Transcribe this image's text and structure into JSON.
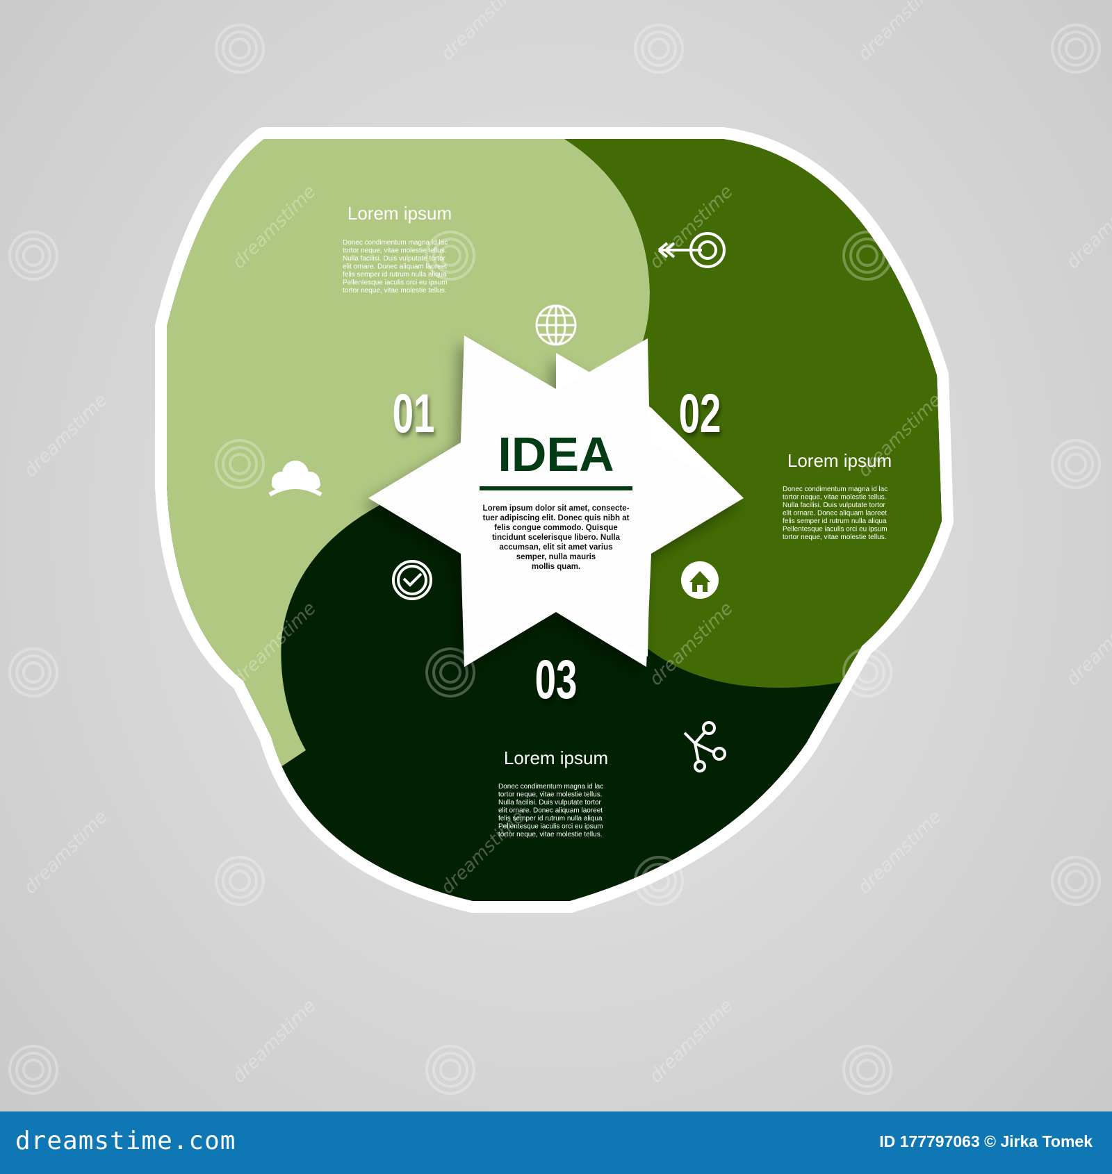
{
  "colors": {
    "segment_1": "#b1c883",
    "segment_2": "#426b05",
    "segment_3": "#022102",
    "outline": "#ffffff",
    "center_text": "#033b14",
    "footer_bg": "#0f77b3"
  },
  "center": {
    "title": "IDEA",
    "body_lines": [
      "Lorem ipsum dolor sit amet, consecte-",
      "tuer adipiscing elit. Donec quis nibh at",
      "felis congue commodo. Quisque",
      "tincidunt scelerisque libero. Nulla",
      "accumsan, elit sit amet varius",
      "semper, nulla mauris",
      "mollis quam."
    ]
  },
  "segments": [
    {
      "number": "01",
      "heading": "Lorem ipsum",
      "body_lines": [
        "Donec condimentum magna id lac",
        "tortor neque, vitae molestie tellus.",
        "Nulla facilisi. Duis vulputate tortor",
        "elit ornare. Donec aliquam laoreet",
        "felis semper id rutrum nulla aliqua",
        "Pellentesque iaculis orci eu ipsum",
        "tortor neque, vitae molestie tellus."
      ],
      "icons": [
        "globe-icon",
        "cloud-icon"
      ]
    },
    {
      "number": "02",
      "heading": "Lorem ipsum",
      "body_lines": [
        "Donec condimentum magna id lac",
        "tortor neque, vitae molestie tellus.",
        "Nulla facilisi. Duis vulputate tortor",
        "elit ornare. Donec aliquam laoreet",
        "felis semper id rutrum nulla aliqua",
        "Pellentesque iaculis orci eu ipsum",
        "tortor neque, vitae molestie tellus."
      ],
      "icons": [
        "target-arrow-icon",
        "home-icon"
      ]
    },
    {
      "number": "03",
      "heading": "Lorem ipsum",
      "body_lines": [
        "Donec condimentum magna id lac",
        "tortor neque, vitae molestie tellus.",
        "Nulla facilisi. Duis vulputate tortor",
        "elit ornare. Donec aliquam laoreet",
        "felis semper id rutrum nulla aliqua",
        "Pellentesque iaculis orci eu ipsum",
        "tortor neque, vitae molestie tellus."
      ],
      "icons": [
        "clock-icon",
        "share-icon"
      ]
    }
  ],
  "watermark": {
    "text": "dreamstime"
  },
  "footer": {
    "brand": "dreamstime.com",
    "credit": "ID 177797063 © Jirka Tomek"
  }
}
